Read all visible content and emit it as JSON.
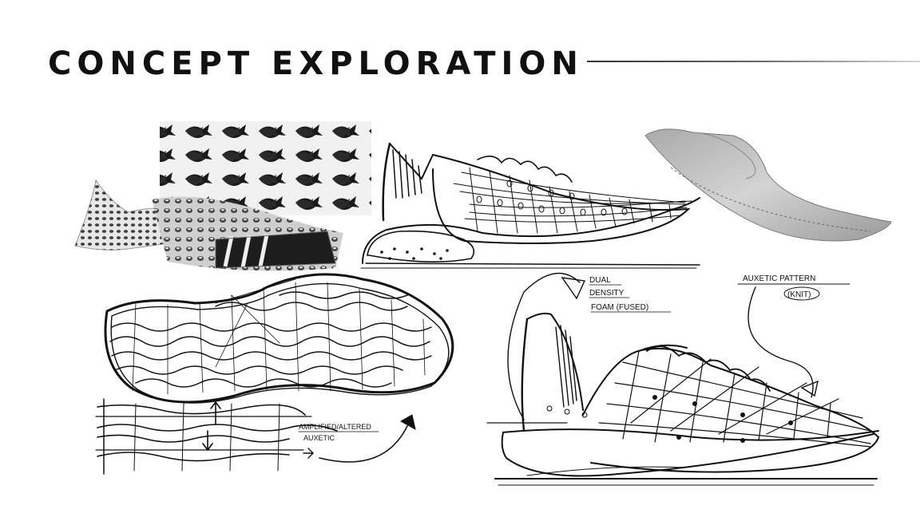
{
  "slide": {
    "title": "CONCEPT EXPLORATION"
  },
  "annotations": {
    "foam_note_line1": "DUAL",
    "foam_note_line2": "DENSITY",
    "foam_note_line3": "FOAM (FUSED)",
    "knit_note_line1": "AUXETIC PATTERN",
    "knit_note_line2": "(KNIT)",
    "wave_note_line1": "AMPLIFIED/ALTERED",
    "wave_note_line2": "AUXETIC"
  },
  "colors": {
    "ink": "#111111",
    "title_rule_start": "#333333",
    "title_rule_end": "#d8d8d8"
  }
}
